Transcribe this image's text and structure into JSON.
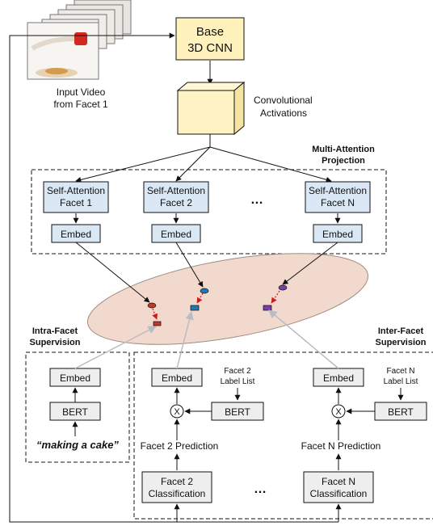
{
  "input_video": {
    "line1": "Input Video",
    "line2": "from Facet 1"
  },
  "base_cnn": {
    "line1": "Base",
    "line2": "3D CNN"
  },
  "conv_activations": {
    "line1": "Convolutional",
    "line2": "Activations"
  },
  "multi_attention": {
    "line1": "Multi-Attention",
    "line2": "Projection"
  },
  "self_attention": [
    {
      "line1": "Self-Attention",
      "line2": "Facet 1"
    },
    {
      "line1": "Self-Attention",
      "line2": "Facet 2"
    },
    {
      "line1": "Self-Attention",
      "line2": "Facet N"
    }
  ],
  "ellipsis": "…",
  "embed_label": "Embed",
  "intra_facet": {
    "line1": "Intra-Facet",
    "line2": "Supervision"
  },
  "inter_facet": {
    "line1": "Inter-Facet",
    "line2": "Supervision"
  },
  "bert_label": "BERT",
  "caption": "“making a cake”",
  "facet2_label_list": {
    "line1": "Facet 2",
    "line2": "Label List"
  },
  "facetN_label_list": {
    "line1": "Facet N",
    "line2": "Label List"
  },
  "multiply_symbol": "X",
  "facet2_prediction": "Facet 2 Prediction",
  "facetN_prediction": "Facet N Prediction",
  "facet2_classification": {
    "line1": "Facet 2",
    "line2": "Classification"
  },
  "facetN_classification": {
    "line1": "Facet N",
    "line2": "Classification"
  },
  "colors": {
    "sa_fill": "#dae8f5",
    "embed_fill": "#dae8f5",
    "gray_box": "#eeeeee",
    "cube_front": "#fff3c4",
    "ellipse_fill": "#f2d9cd",
    "red_dot": "#d11a1a",
    "marker_blue": "#1f78b4",
    "marker_purple": "#7a3fa8",
    "marker_red": "#c0392b"
  }
}
